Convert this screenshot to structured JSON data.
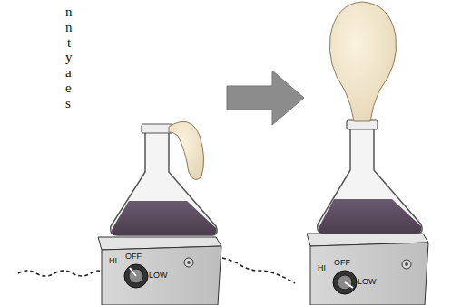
{
  "diagram": {
    "labels": [
      "n",
      "n",
      "t",
      "y",
      "a",
      "e",
      "s",
      "HI",
      "OFF",
      "LOW",
      "HI",
      "OFF",
      "LOW"
    ]
  }
}
